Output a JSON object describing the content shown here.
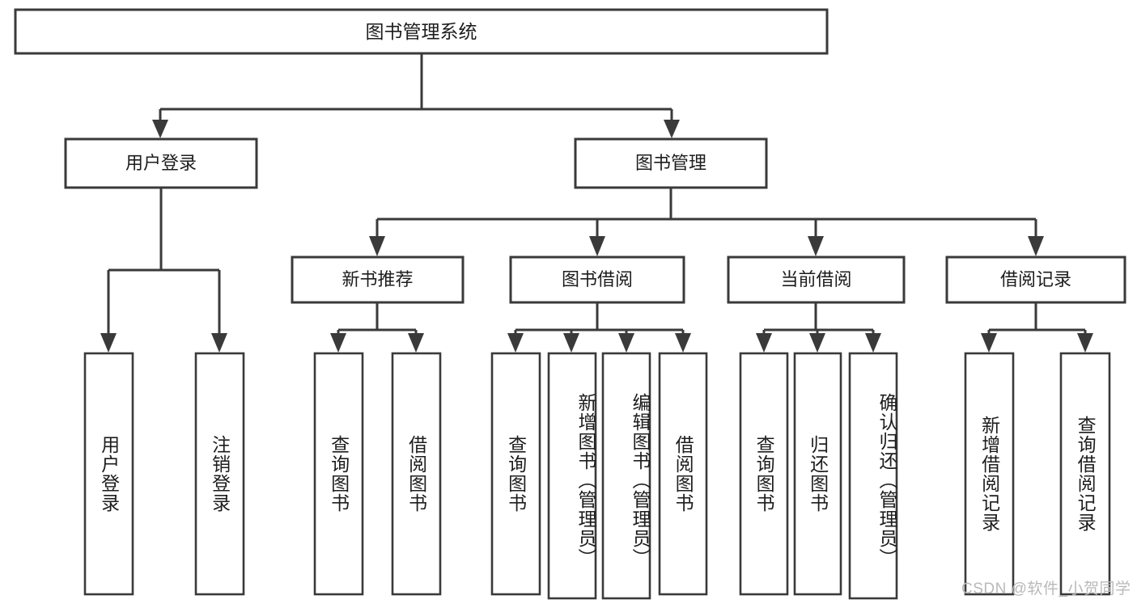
{
  "diagram": {
    "type": "tree-hierarchy",
    "title": "图书管理系统",
    "root": {
      "id": "root",
      "label": "图书管理系统",
      "orientation": "horizontal"
    },
    "level2": [
      {
        "id": "user-login",
        "label": "用户登录",
        "orientation": "horizontal"
      },
      {
        "id": "book-management",
        "label": "图书管理",
        "orientation": "horizontal"
      }
    ],
    "level3": [
      {
        "id": "new-book-recommend",
        "label": "新书推荐",
        "orientation": "horizontal",
        "parent": "book-management"
      },
      {
        "id": "book-borrow",
        "label": "图书借阅",
        "orientation": "horizontal",
        "parent": "book-management"
      },
      {
        "id": "current-borrow",
        "label": "当前借阅",
        "orientation": "horizontal",
        "parent": "book-management"
      },
      {
        "id": "borrow-record",
        "label": "借阅记录",
        "orientation": "horizontal",
        "parent": "book-management"
      }
    ],
    "leaves": {
      "user-login": [
        {
          "id": "leaf-user-login",
          "label": "用户登录",
          "orientation": "vertical"
        },
        {
          "id": "leaf-user-logout",
          "label": "注销登录",
          "orientation": "vertical"
        }
      ],
      "new-book-recommend": [
        {
          "id": "leaf-query-book-1",
          "label": "查询图书",
          "orientation": "vertical"
        },
        {
          "id": "leaf-borrow-book-1",
          "label": "借阅图书",
          "orientation": "vertical"
        }
      ],
      "book-borrow": [
        {
          "id": "leaf-query-book-2",
          "label": "查询图书",
          "orientation": "vertical"
        },
        {
          "id": "leaf-add-book",
          "label": "新增图书（管理员）",
          "orientation": "vertical"
        },
        {
          "id": "leaf-edit-book",
          "label": "编辑图书（管理员）",
          "orientation": "vertical"
        },
        {
          "id": "leaf-borrow-book-2",
          "label": "借阅图书",
          "orientation": "vertical"
        }
      ],
      "current-borrow": [
        {
          "id": "leaf-query-book-3",
          "label": "查询图书",
          "orientation": "vertical"
        },
        {
          "id": "leaf-return-book",
          "label": "归还图书",
          "orientation": "vertical"
        },
        {
          "id": "leaf-confirm-return",
          "label": "确认归还（管理员）",
          "orientation": "vertical"
        }
      ],
      "borrow-record": [
        {
          "id": "leaf-add-record",
          "label": "新增借阅记录",
          "orientation": "vertical"
        },
        {
          "id": "leaf-query-record",
          "label": "查询借阅记录",
          "orientation": "vertical"
        }
      ]
    },
    "watermark": "CSDN @软件_小贺同学",
    "colors": {
      "background": "#ffffff",
      "box_fill": "#ffffff",
      "box_stroke": "#3a3a3a",
      "text": "#1d1d1d",
      "watermark": "#b9b9b9"
    }
  }
}
